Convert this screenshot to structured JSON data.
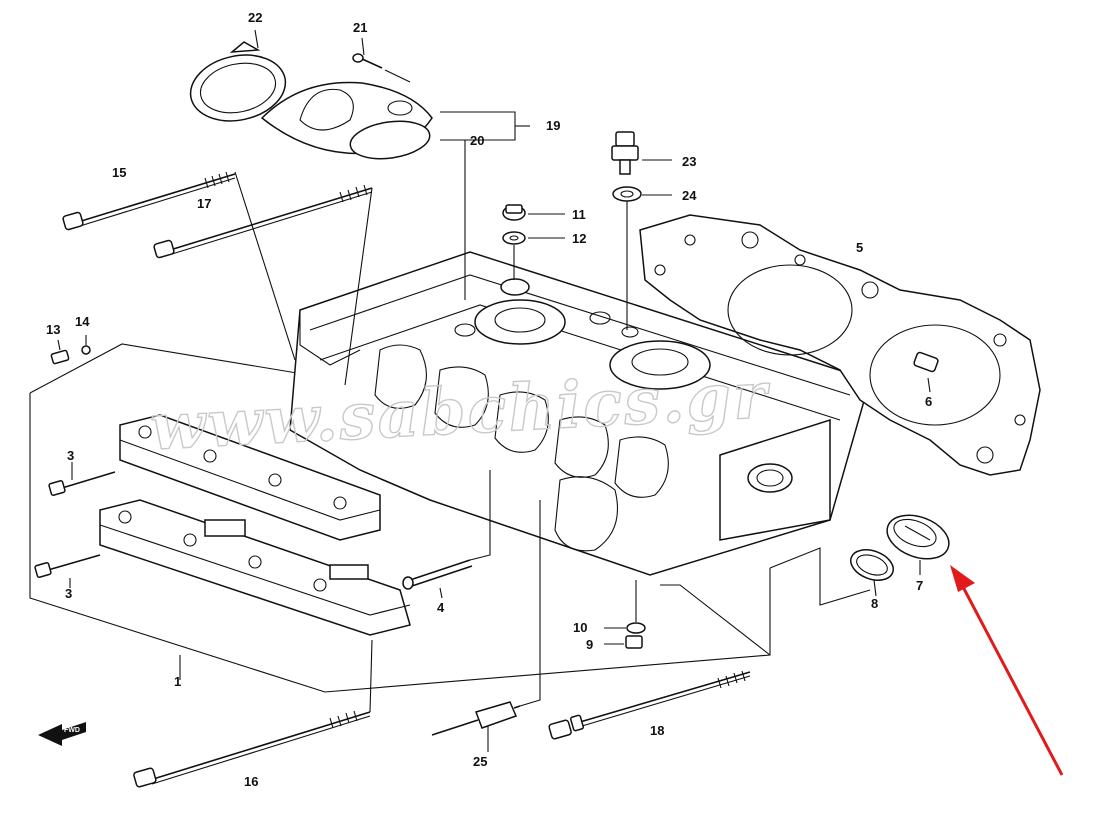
{
  "diagram": {
    "watermark": "www.sabchics.gr",
    "labels": {
      "p1": "1",
      "p3a": "3",
      "p3b": "3",
      "p4": "4",
      "p5": "5",
      "p6": "6",
      "p7": "7",
      "p8": "8",
      "p9": "9",
      "p10": "10",
      "p11": "11",
      "p12": "12",
      "p13": "13",
      "p14": "14",
      "p15": "15",
      "p16": "16",
      "p17": "17",
      "p18": "18",
      "p19": "19",
      "p20": "20",
      "p21": "21",
      "p22": "22",
      "p23": "23",
      "p24": "24",
      "p25": "25"
    },
    "front_arrow_text": "FWD",
    "colors": {
      "line": "#111111",
      "highlight_arrow": "#e11b1b",
      "watermark": "#c9c9c9"
    }
  }
}
